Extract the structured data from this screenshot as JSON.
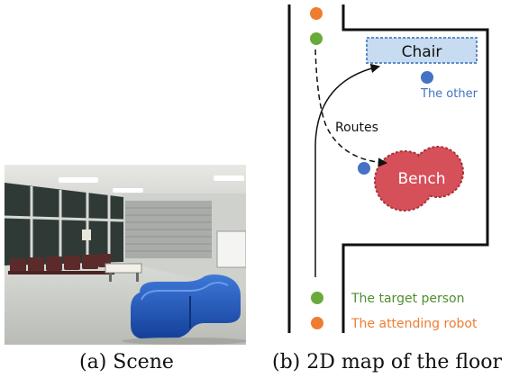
{
  "captions": {
    "scene": "(a) Scene",
    "map": "(b) 2D map of the floor"
  },
  "map": {
    "chair_label": "Chair",
    "bench_label": "Bench",
    "routes_label": "Routes",
    "other_label": "The other",
    "target_label": "The target person",
    "robot_label": "The attending robot"
  },
  "colors": {
    "person_green": "#6aaa3a",
    "robot_orange": "#ee7d31",
    "other_blue": "#4472c4",
    "chair_fill": "#c7dcf0",
    "chair_border": "#5b8dc9",
    "bench_red": "#d6505a",
    "bench_border": "#a8323a",
    "wall": "#111111",
    "other_text": "#4472c4",
    "target_text": "#4e8f2f",
    "robot_text": "#ee7d31"
  },
  "icons": {
    "photo": "lobby-photo",
    "person": "circle-dot",
    "robot": "circle-dot"
  }
}
